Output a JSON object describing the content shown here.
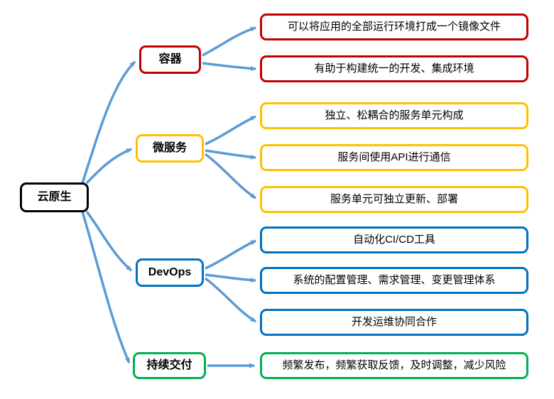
{
  "root": {
    "label": "云原生"
  },
  "branches": [
    {
      "id": "container",
      "label": "容器",
      "color": "#C00000",
      "leaves": [
        "可以将应用的全部运行环境打成一个镜像文件",
        "有助于构建统一的开发、集成环境"
      ]
    },
    {
      "id": "microservices",
      "label": "微服务",
      "color": "#FFC000",
      "leaves": [
        "独立、松耦合的服务单元构成",
        "服务间使用API进行通信",
        "服务单元可独立更新、部署"
      ]
    },
    {
      "id": "devops",
      "label": "DevOps",
      "color": "#0070C0",
      "leaves": [
        "自动化CI/CD工具",
        "系统的配置管理、需求管理、变更管理体系",
        "开发运维协同合作"
      ]
    },
    {
      "id": "continuous-delivery",
      "label": "持续交付",
      "color": "#00B050",
      "leaves": [
        "频繁发布，频繁获取反馈，及时调整，减少风险"
      ]
    }
  ],
  "colors": {
    "root_border": "#000000",
    "arrow": "#5B9BD5",
    "background": "#FFFFFF"
  }
}
